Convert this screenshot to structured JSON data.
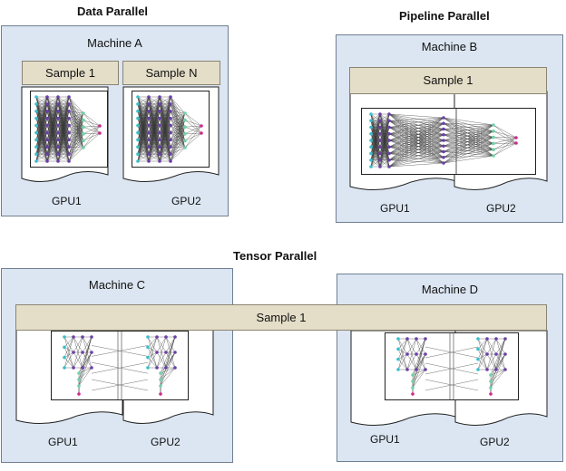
{
  "titles": {
    "data_parallel": "Data Parallel",
    "pipeline_parallel": "Pipeline Parallel",
    "tensor_parallel": "Tensor  Parallel"
  },
  "machines": {
    "a": {
      "label": "Machine A",
      "samples": [
        "Sample 1",
        "Sample N"
      ],
      "gpus": [
        "GPU1",
        "GPU2"
      ]
    },
    "b": {
      "label": "Machine B",
      "sample": "Sample 1",
      "gpus": [
        "GPU1",
        "GPU2"
      ]
    },
    "c": {
      "label": "Machine C",
      "gpus": [
        "GPU1",
        "GPU2"
      ]
    },
    "d": {
      "label": "Machine D",
      "gpus": [
        "GPU1",
        "GPU2"
      ]
    }
  },
  "tensor_sample": "Sample 1",
  "colors": {
    "machine_bg": "#dce6f2",
    "sample_bar": "#e4ddc8",
    "node_cyan": "#3bbfc9",
    "node_purple": "#6a3fa8",
    "node_magenta": "#d0288c",
    "node_green": "#6fd2a8"
  }
}
